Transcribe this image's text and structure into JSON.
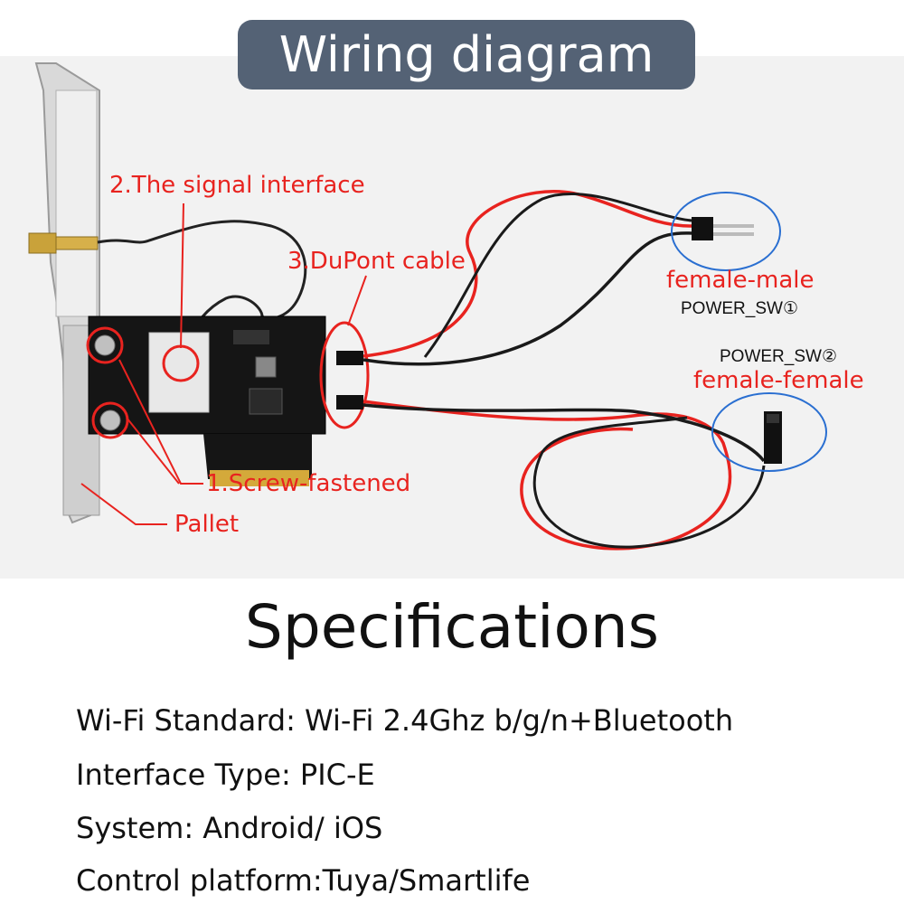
{
  "header": {
    "title": "Wiring diagram"
  },
  "labels": {
    "signal_interface": "2.The signal interface",
    "dupont_cable": "3.DuPont cable",
    "female_male": "female-male",
    "power_sw1": "POWER_SW①",
    "power_sw2": "POWER_SW②",
    "female_female": "female-female",
    "screw_fastened": "1.Screw-fastened",
    "pallet": "Pallet"
  },
  "specs": {
    "heading": "Specifications",
    "lines": [
      "Wi-Fi Standard: Wi-Fi 2.4Ghz b/g/n+Bluetooth",
      "Interface Type: PIC-E",
      "System: Android/ iOS",
      "Control platform:Tuya/Smartlife"
    ]
  },
  "colors": {
    "annotation": "#e8231f",
    "badge_bg": "#546275",
    "circle_blue": "#2a6fd1",
    "wire_red": "#e8231f",
    "wire_black": "#1a1a1a"
  }
}
